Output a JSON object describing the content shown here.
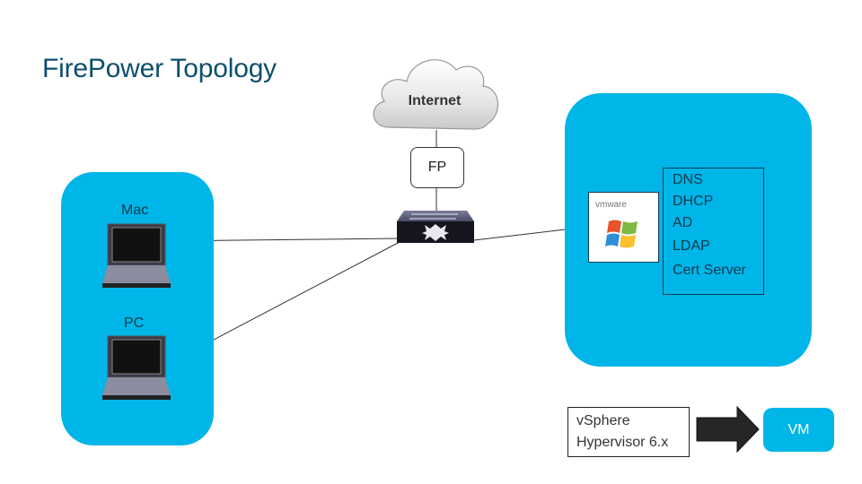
{
  "title": "FirePower Topology",
  "internet": {
    "label": "Internet",
    "icon": "cloud-icon"
  },
  "firewall": {
    "label": "FP"
  },
  "switch": {
    "icon": "switch-icon"
  },
  "clients": [
    {
      "label": "Mac",
      "icon": "laptop-icon"
    },
    {
      "label": "PC",
      "icon": "laptop-icon"
    }
  ],
  "server": {
    "host_logo": "vmware",
    "os_icon": "windows-logo-icon",
    "services": [
      "DNS",
      "DHCP",
      "AD",
      "LDAP",
      "Cert Server"
    ]
  },
  "legend": {
    "source_line1": "vSphere",
    "source_line2": "Hypervisor 6.x",
    "target": "VM",
    "arrow_icon": "arrow-right-icon"
  },
  "colors": {
    "zone": "#00b5e8",
    "title": "#0d4f6e",
    "service_text": "#0d3b4f"
  }
}
